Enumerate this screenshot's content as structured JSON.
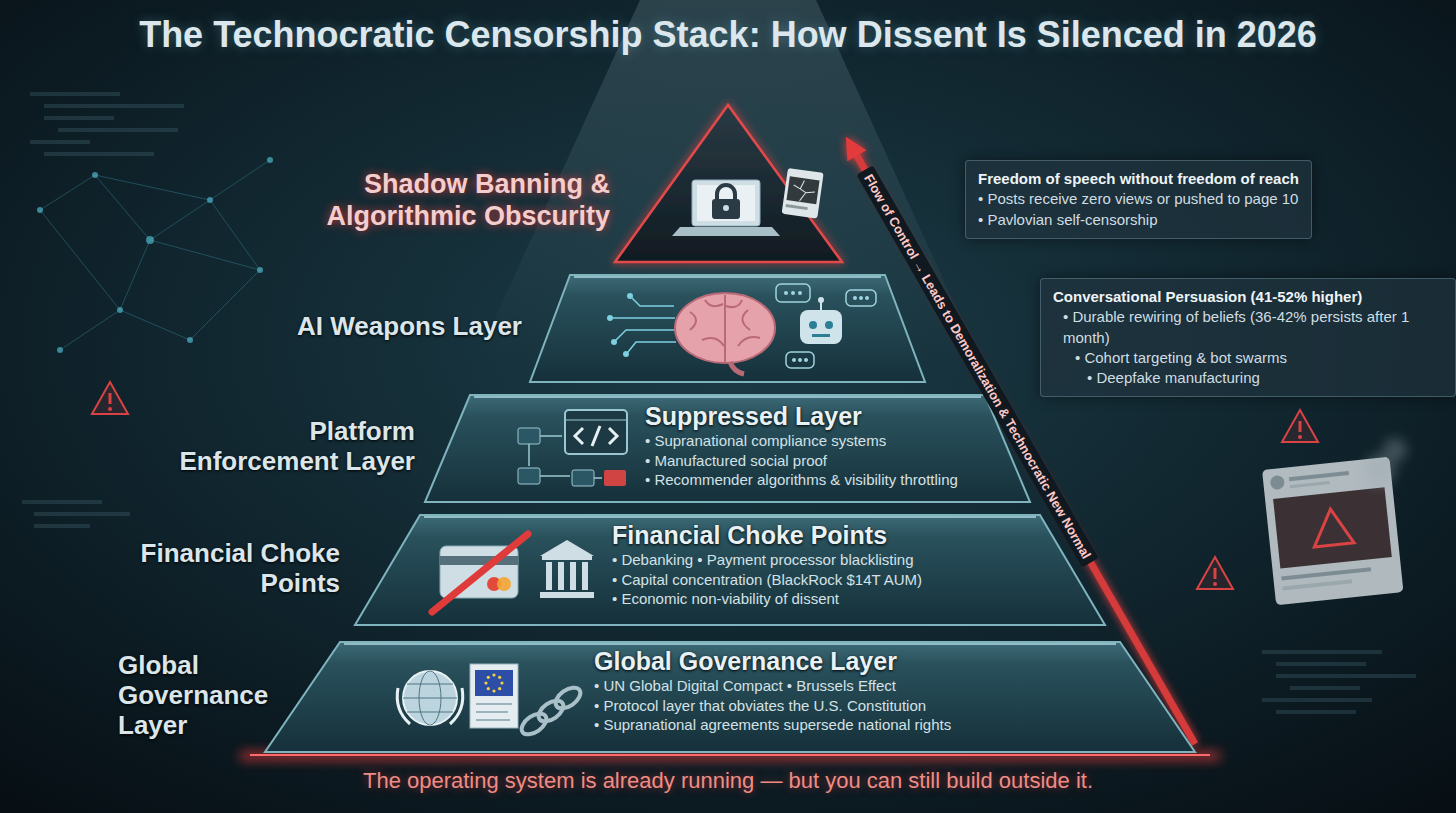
{
  "diagram": {
    "title": "The Technocratic Censorship Stack: How Dissent Is Silenced in 2026",
    "caption": "The operating system is already running — but you can still build outside it.",
    "nodes": [
      {
        "text": [
          "Shadow Banning & Algorithmic Obscurity"
        ]
      },
      {
        "text": [
          "Freedom of speech without freedom of reach",
          "• Posts receive zero views or pushed to page 10",
          "• Pavlovian self-censorship"
        ]
      },
      {
        "text": [
          "AI Weapons Layer"
        ]
      },
      {
        "text": [
          "Conversational Persuasion (41-52% higher)",
          "• Durable rewiring of beliefs (36-42% persists after 1 month)",
          "• Cohort targeting & bot swarms",
          "• Deepfake manufacturing"
        ]
      },
      {
        "text": [
          "Platform Enforcement Layer",
          "Suppressed Layer",
          "• Supranational compliance systems",
          "• Manufactured social proof",
          "• Recommender algorithms & visibility throttling"
        ]
      },
      {
        "text": [
          "Financial Choke Points",
          "Financial Choke Points",
          "• Debanking • Payment processor blacklisting",
          "• Capital concentration (BlackRock $14T AUM)",
          "• Economic non-viability of dissent"
        ]
      },
      {
        "text": [
          "Global Governance Layer",
          "Global Governance Layer",
          "• UN Global Digital Compact • Brussels Effect",
          "• Protocol layer that obviates the U.S. Constitution",
          "• Supranational agreements supersede national rights"
        ]
      }
    ],
    "edges": [
      {
        "from": 6,
        "to": 0,
        "arrow": "to",
        "label": "Flow of Control → Leads to Demoralization & Technocratic New Normal"
      }
    ]
  }
}
